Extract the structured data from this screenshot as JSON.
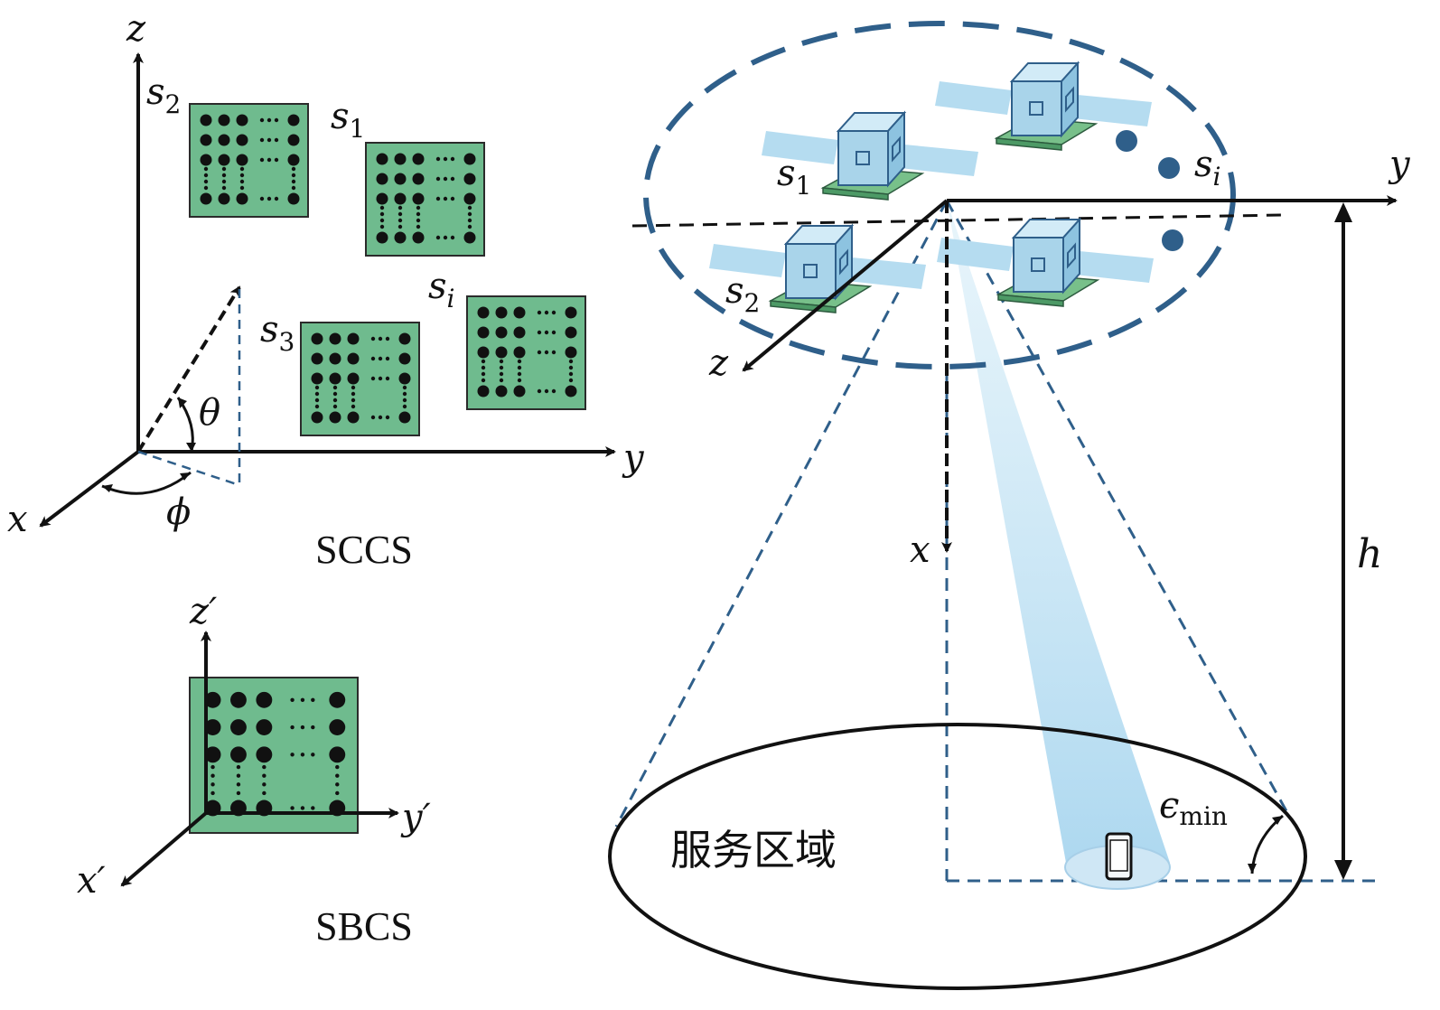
{
  "colors": {
    "panel_fill": "#6fbb8e",
    "panel_stroke": "#2b2b2b",
    "dot": "#111111",
    "dash_blue": "#2f5f8a",
    "beam": "#b9dcf0",
    "sat_body": "#a9d4ea",
    "sat_base": "#78c08a",
    "solar": "#b5dcf0"
  },
  "left_diagram": {
    "axes": {
      "x": "x",
      "y": "y",
      "z": "z"
    },
    "angles": {
      "theta": "θ",
      "phi": "ϕ"
    },
    "panels": [
      {
        "label_base": "s",
        "label_sub": "2"
      },
      {
        "label_base": "s",
        "label_sub": "1"
      },
      {
        "label_base": "s",
        "label_sub": "3"
      },
      {
        "label_base": "s",
        "label_sub": "i"
      }
    ],
    "caption": "SCCS"
  },
  "bottom_left_diagram": {
    "axes": {
      "x": "x′",
      "y": "y′",
      "z": "z′"
    },
    "caption": "SBCS"
  },
  "right_diagram": {
    "axes": {
      "x": "x",
      "y": "y",
      "z": "z"
    },
    "satellites": [
      {
        "label_base": "s",
        "label_sub": "1"
      },
      {
        "label_base": "s",
        "label_sub": "2"
      },
      {
        "label_base": "s",
        "label_sub": "i"
      }
    ],
    "height_label": "h",
    "elevation_label_base": "ϵ",
    "elevation_label_sub": "min",
    "service_area": "服务区域",
    "icons": [
      "satellite-icon",
      "phone-icon"
    ]
  }
}
